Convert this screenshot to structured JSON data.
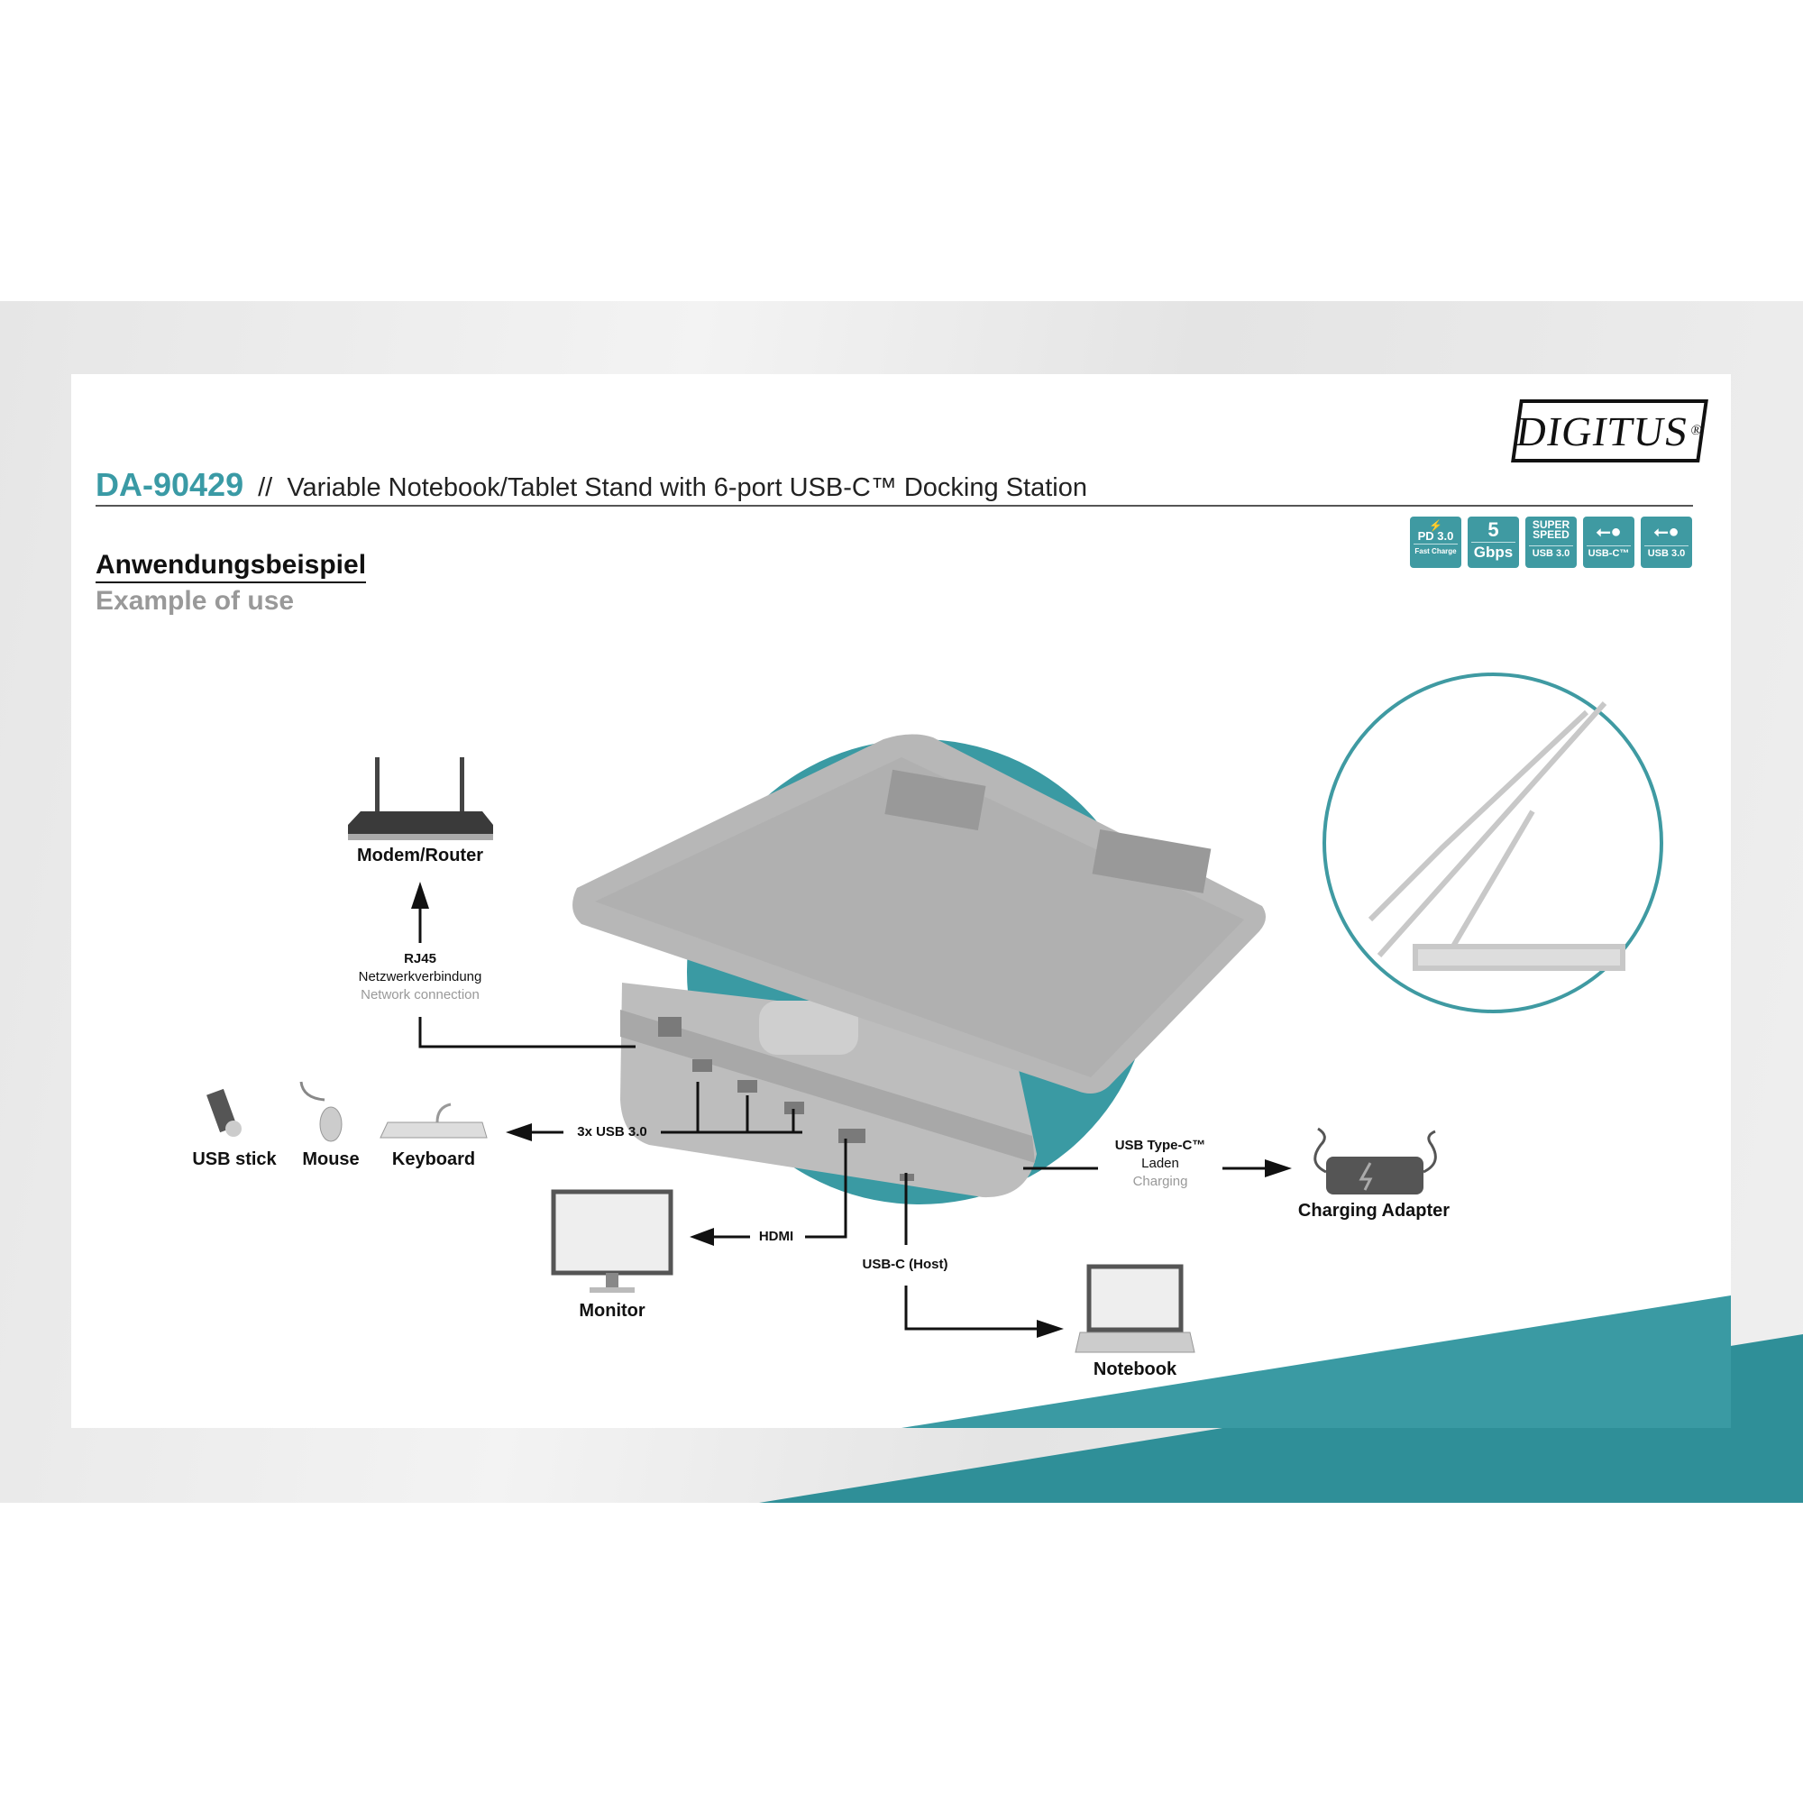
{
  "brand": {
    "logo": "DIGITUS",
    "registered": "®"
  },
  "header": {
    "product_code": "DA-90429",
    "separator": "//",
    "title": "Variable Notebook/Tablet Stand with 6-port USB-C™ Docking Station"
  },
  "badges": [
    {
      "top": "PD 3.0",
      "bottom": "Fast Charge",
      "icon": "battery-charge-icon"
    },
    {
      "top": "5",
      "bottom": "Gbps"
    },
    {
      "top": "SUPER SPEED",
      "bottom": "USB 3.0"
    },
    {
      "top": "",
      "bottom": "USB-C™",
      "icon": "usb-icon"
    },
    {
      "top": "",
      "bottom": "USB 3.0",
      "icon": "usb-icon"
    }
  ],
  "section": {
    "title_de": "Anwendungsbeispiel",
    "title_en": "Example of use"
  },
  "diagram": {
    "router": "Modem/Router",
    "rj45": {
      "title": "RJ45",
      "de": "Netzwerkverbindung",
      "en": "Network connection"
    },
    "usb": "3x USB 3.0",
    "usb_stick": "USB stick",
    "mouse": "Mouse",
    "keyboard": "Keyboard",
    "hdmi": "HDMI",
    "monitor": "Monitor",
    "usbc_host": "USB-C (Host)",
    "notebook": "Notebook",
    "charging": {
      "title": "USB Type-C™",
      "de": "Laden",
      "en": "Charging"
    },
    "adapter": "Charging Adapter"
  },
  "colors": {
    "accent": "#3f9aa2",
    "teal_band": "#2f8f98"
  }
}
